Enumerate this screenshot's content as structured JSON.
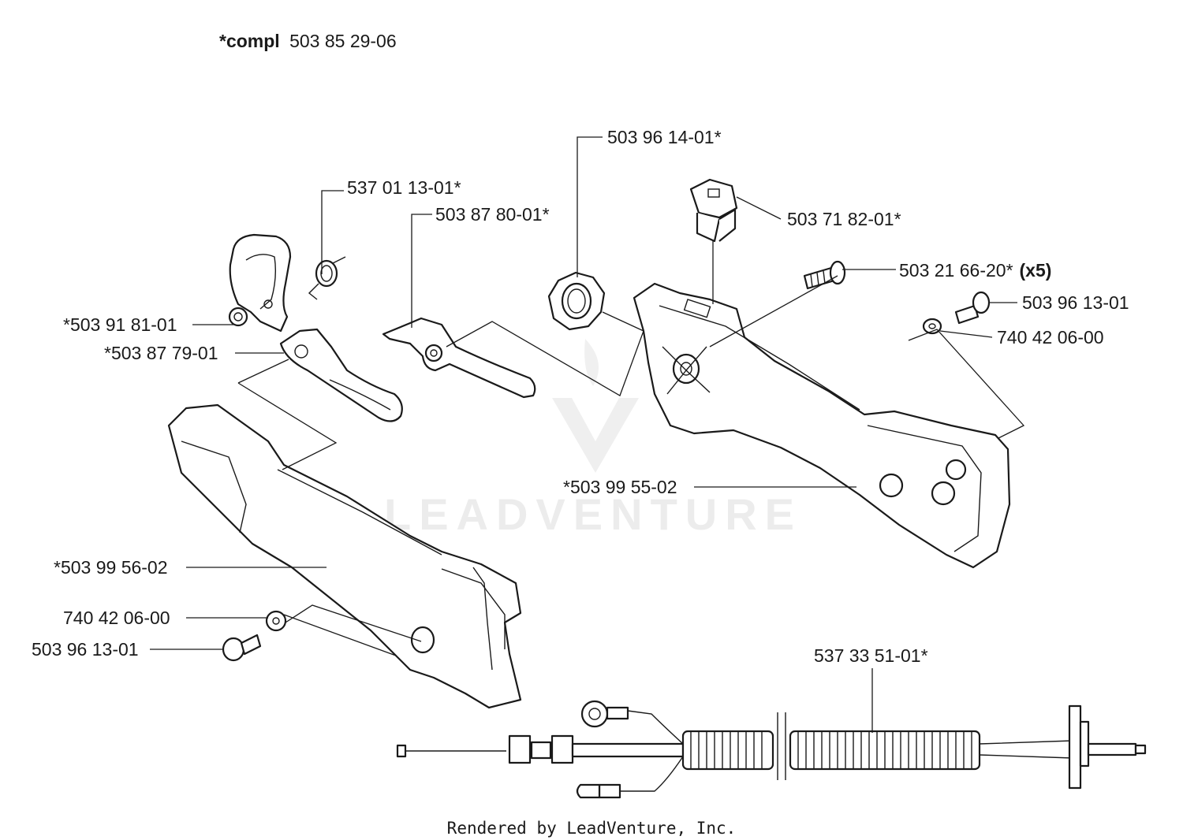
{
  "header": {
    "compl_prefix": "*compl",
    "compl_number": "503 85 29-06"
  },
  "labels": {
    "p537011301": "537 01 13-01*",
    "p503878001": "503 87 80-01*",
    "p503961401": "503 96 14-01*",
    "p503718201": "503 71 82-01*",
    "p503216620": "503 21 66-20*",
    "p503216620_qty": "(x5)",
    "p503961301_right": "503 96 13-01",
    "p740420600_right": "740 42 06-00",
    "p503918101": "*503 91 81-01",
    "p503877901": "*503 87 79-01",
    "p503995502": "*503 99 55-02",
    "p503995602": "*503 99 56-02",
    "p740420600_left": "740 42 06-00",
    "p503961301_left": "503 96 13-01",
    "p537335101": "537 33 51-01*"
  },
  "watermark": {
    "text": "LEADVENTURE"
  },
  "footer": {
    "text": "Rendered by LeadVenture, Inc."
  }
}
